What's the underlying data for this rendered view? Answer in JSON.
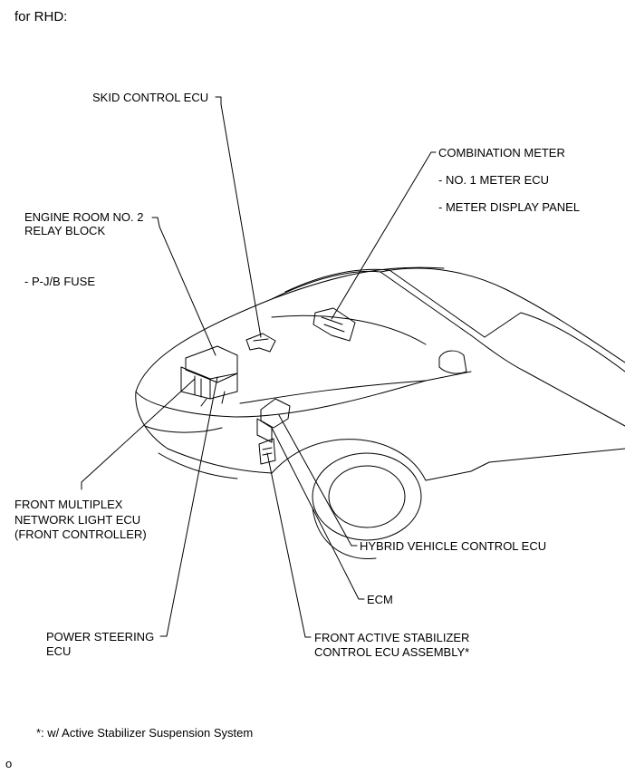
{
  "header": {
    "title": "for RHD:"
  },
  "labels": {
    "skid_control_ecu": "SKID CONTROL ECU",
    "combination_meter": "COMBINATION METER",
    "no1_meter_ecu": "- NO. 1 METER ECU",
    "meter_display_panel": "- METER DISPLAY PANEL",
    "engine_room_line1": "ENGINE ROOM NO. 2",
    "engine_room_line2": "RELAY BLOCK",
    "pjb_fuse": "- P-J/B FUSE",
    "front_multiplex_line1": "FRONT MULTIPLEX",
    "front_multiplex_line2": "NETWORK LIGHT ECU",
    "front_multiplex_line3": "(FRONT CONTROLLER)",
    "hybrid_vehicle_control_ecu": "HYBRID VEHICLE CONTROL ECU",
    "ecm": "ECM",
    "power_steering_line1": "POWER STEERING",
    "power_steering_line2": "ECU",
    "front_active_line1": "FRONT ACTIVE STABILIZER",
    "front_active_line2": "CONTROL ECU ASSEMBLY*"
  },
  "footnote": "*: w/ Active Stabilizer Suspension System",
  "figure_id": "o",
  "colors": {
    "line": "#000000",
    "background": "#ffffff"
  }
}
